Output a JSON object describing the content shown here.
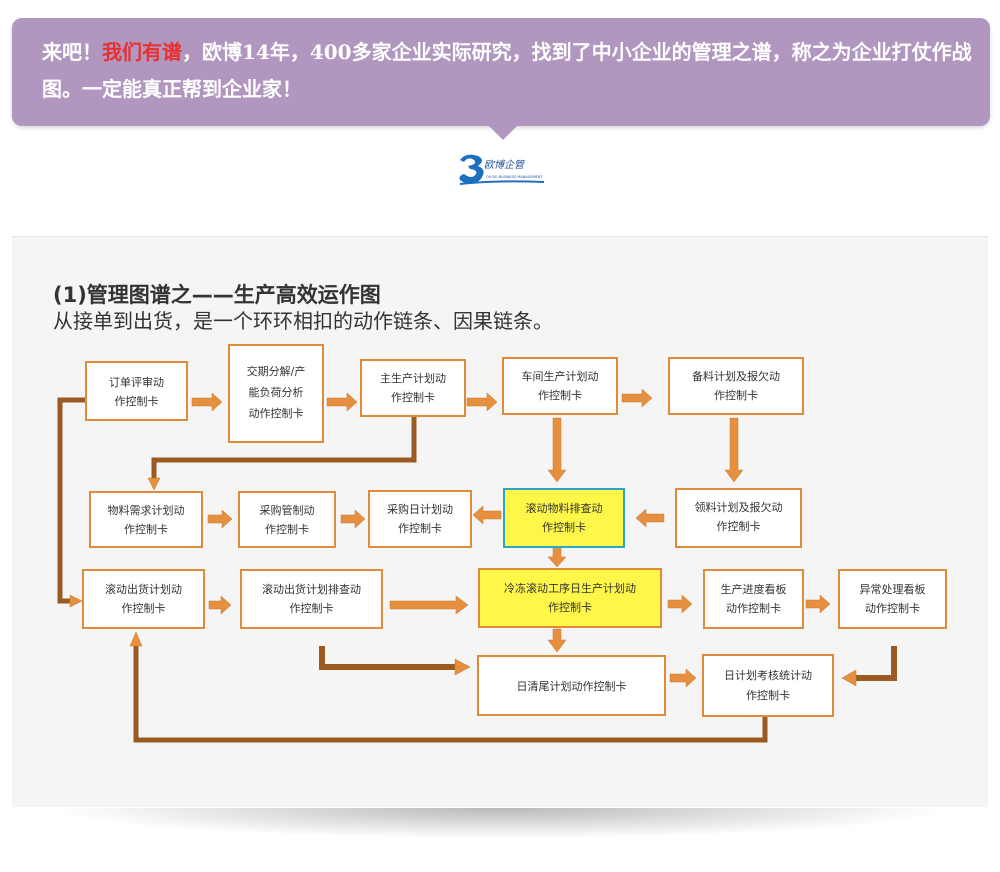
{
  "banner": {
    "prefix": "来吧！",
    "highlight": "我们有谱",
    "rest": "，欧博14年，400多家企业实际研究，找到了中小企业的管理之谱，称之为企业打仗作战图。一定能真正帮到企业家！"
  },
  "logo": {
    "text": "欧博企管",
    "subtext": "OU BO BUSINESS MANAGEMENT"
  },
  "section": {
    "heading": "(1)管理图谱之——生产高效运作图",
    "subheading": "从接单到出货，是一个环环相扣的动作链条、因果链条。"
  },
  "flow": {
    "b1": [
      "订单评审动",
      "作控制卡"
    ],
    "b2": [
      "交期分解/产",
      "能负荷分析",
      "动作控制卡"
    ],
    "b3": [
      "主生产计划动",
      "作控制卡"
    ],
    "b4": [
      "车间生产计划动",
      "作控制卡"
    ],
    "b5": [
      "备料计划及报欠动",
      "作控制卡"
    ],
    "b6": [
      "物料需求计划动",
      "作控制卡"
    ],
    "b7": [
      "采购管制动",
      "作控制卡"
    ],
    "b8": [
      "采购日计划动",
      "作控制卡"
    ],
    "b9": [
      "滚动物料排查动",
      "作控制卡"
    ],
    "b10": [
      "领料计划及报欠动",
      "作控制卡"
    ],
    "b11": [
      "滚动出货计划动",
      "作控制卡"
    ],
    "b12": [
      "滚动出货计划排查动",
      "作控制卡"
    ],
    "b13": [
      "冷冻滚动工序日生产计划动",
      "作控制卡"
    ],
    "b14": [
      "生产进度看板",
      "动作控制卡"
    ],
    "b15": [
      "异常处理看板",
      "动作控制卡"
    ],
    "b16": [
      "日清尾计划动作控制卡"
    ],
    "b17": [
      "日计划考核统计动",
      "作控制卡"
    ]
  }
}
